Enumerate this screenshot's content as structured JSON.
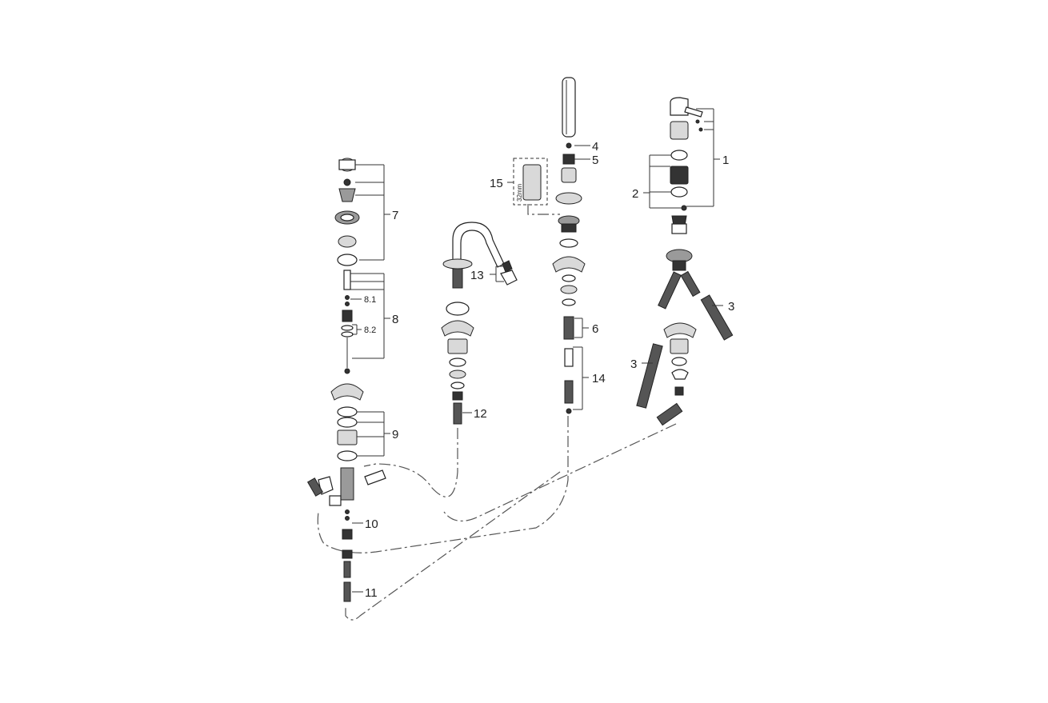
{
  "labels": {
    "p1": "1",
    "p2": "2",
    "p3a": "3",
    "p3b": "3",
    "p4": "4",
    "p5": "5",
    "p6": "6",
    "p7": "7",
    "p8": "8",
    "p8_1": "8.1",
    "p8_2": "8.2",
    "p9": "9",
    "p10": "10",
    "p11": "11",
    "p12": "12",
    "p13": "13",
    "p14": "14",
    "p15": "15",
    "dim": "32mm"
  },
  "colors": {
    "line": "#222222",
    "shade_dark": "#333333",
    "shade_mid": "#9a9a9a",
    "shade_light": "#d9d9d9",
    "background": "#ffffff"
  }
}
